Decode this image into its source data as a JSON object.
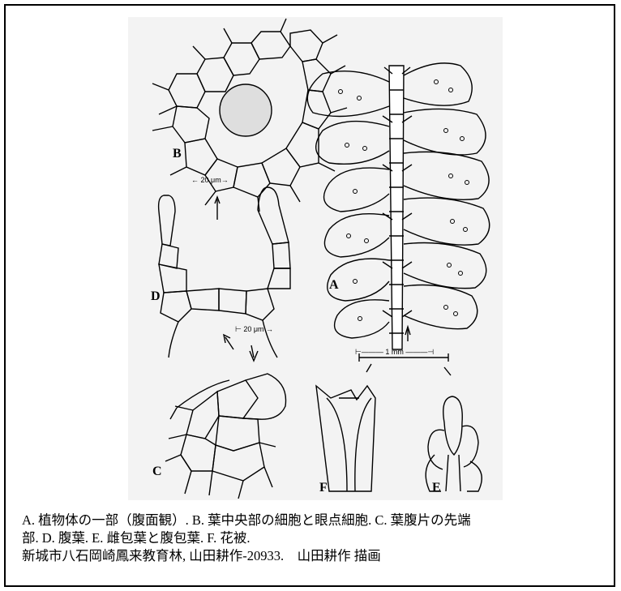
{
  "figure": {
    "panels": [
      {
        "id": "A",
        "label": "A"
      },
      {
        "id": "B",
        "label": "B"
      },
      {
        "id": "C",
        "label": "C"
      },
      {
        "id": "D",
        "label": "D"
      },
      {
        "id": "E",
        "label": "E"
      },
      {
        "id": "F",
        "label": "F"
      }
    ],
    "scales": {
      "b": "← 20 μm→",
      "d": "⊢ 20 μm →",
      "a": "⊢——— 1 mm ———⊣"
    }
  },
  "caption": {
    "line1": "A. 植物体の一部（腹面観）. B. 葉中央部の細胞と眼点細胞. C. 葉腹片の先端",
    "line2": "部. D. 腹葉. E. 雌包葉と腹包葉. F. 花被.",
    "line3": "新城市八石岡崎鳳来教育林, 山田耕作-20933.　山田耕作 描画"
  },
  "colors": {
    "ink": "#000000",
    "plate_background": "#f3f3f3",
    "page_background": "#ffffff"
  }
}
